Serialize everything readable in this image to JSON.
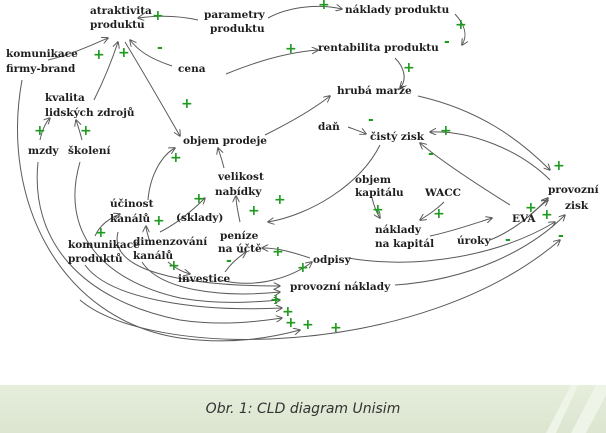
{
  "colors": {
    "arrow": "#5a5a5a",
    "plus": "#1f9a1f",
    "minus": "#1f9a1f",
    "text": "#1e1e1e",
    "caption_bg": "#dde7d2"
  },
  "nodes": {
    "atraktivita_1": "atraktivita",
    "atraktivita_2": "produktu",
    "parametry_1": "parametry",
    "parametry_2": "produktu",
    "naklady_produktu": "náklady produktu",
    "komunikace_firmy_1": "komunikace",
    "komunikace_firmy_2": "firmy-brand",
    "cena": "cena",
    "rentabilita": "rentabilita produktu",
    "kvalita_1": "kvalita",
    "kvalita_2": "lidských zdrojů",
    "hruba_marze": "hrubá marže",
    "mzdy": "mzdy",
    "skoleni": "školení",
    "objem_prodeje": "objem prodeje",
    "dan": "daň",
    "cisty_zisk": "čistý zisk",
    "velikost_1": "velikost",
    "velikost_2": "nabídky",
    "sklady": "(sklady)",
    "ucinnost_1": "účinost",
    "ucinnost_2": "kanálů",
    "objem_kapitalu_1": "objem",
    "objem_kapitalu_2": "kapitálu",
    "wacc": "WACC",
    "provozni_zisk_1": "provozní",
    "provozni_zisk_2": "zisk",
    "komunikace_produktu_1": "komunikace",
    "komunikace_produktu_2": "produktů",
    "dimenzovani_1": "dimenzování",
    "dimenzovani_2": "kanálů",
    "penize_1": "peníze",
    "penize_2": "na účtě",
    "naklady_kapital_1": "náklady",
    "naklady_kapital_2": "na kapitál",
    "eva": "EVA",
    "uroky": "úroky",
    "odpisy": "odpisy",
    "investice": "investice",
    "provozni_naklady": "provozní náklady"
  },
  "polarity": {
    "plus": "+",
    "minus": "-"
  },
  "caption": "Obr. 1: CLD diagram Unisim"
}
